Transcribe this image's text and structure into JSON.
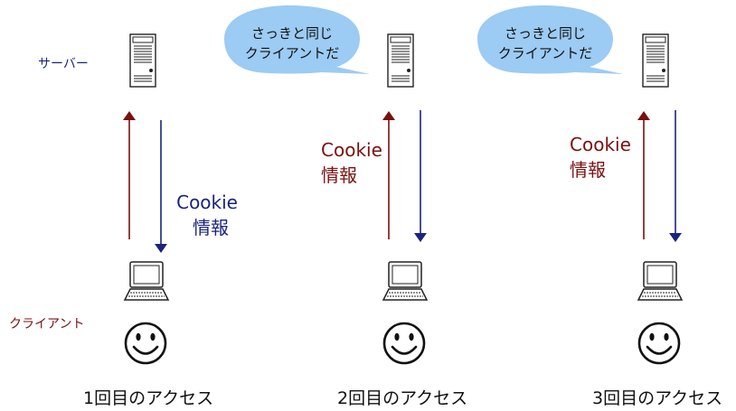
{
  "labels": {
    "server": "サーバー",
    "client": "クライアント"
  },
  "bubble": {
    "line1": "さっきと同じ",
    "line2": "クライアントだ"
  },
  "cookie": {
    "line1": "Cookie",
    "line2": "情報"
  },
  "columns": [
    {
      "access_label": "1回目のアクセス"
    },
    {
      "access_label": "2回目のアクセス"
    },
    {
      "access_label": "3回目のアクセス"
    }
  ],
  "colors": {
    "request_arrow": "#7a1010",
    "response_arrow": "#1a237e",
    "bubble_fill": "#9ccbf3"
  },
  "icons": [
    "server-icon",
    "laptop-icon",
    "smiley-icon"
  ]
}
